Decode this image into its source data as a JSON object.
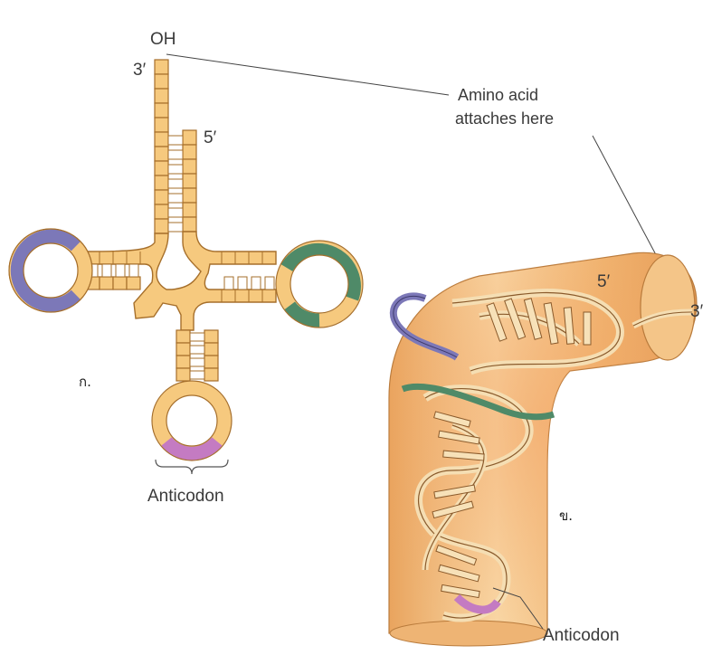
{
  "labels": {
    "oh": "OH",
    "three_prime_top": "3′",
    "five_prime_top": "5′",
    "amino_line1": "Amino acid",
    "amino_line2": "attaches here",
    "panel_a": "ก.",
    "anticodon_left": "Anticodon",
    "five_prime_right": "5′",
    "three_prime_right": "3′",
    "panel_b": "ข.",
    "anticodon_right": "Anticodon"
  },
  "colors": {
    "backbone": "#f6c97e",
    "backbone_stroke": "#a66f2b",
    "loop_d": "#7c78b8",
    "loop_t": "#4f8a68",
    "anticodon": "#c47bc2",
    "tube": "#f1b877",
    "tube_shadow": "#e39a56",
    "tube_light": "#f9d6a4",
    "ribbon": "#f5deb3",
    "ribbon_stroke": "#8a5a2b",
    "text": "#3a3a3a"
  }
}
